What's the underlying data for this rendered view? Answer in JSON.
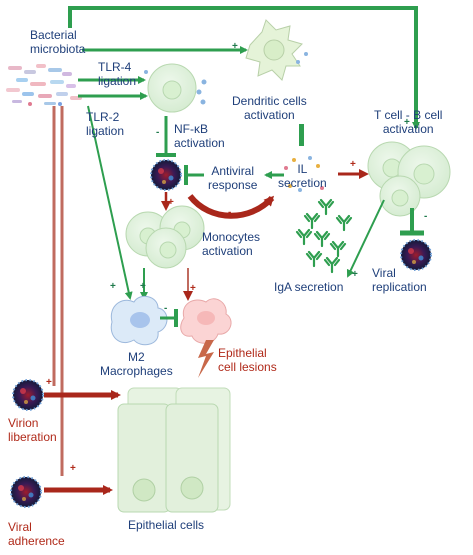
{
  "labels": {
    "bacterial_microbiota": [
      "Bacterial",
      "microbiota"
    ],
    "tlr4": [
      "TLR-4",
      "ligation"
    ],
    "tlr2": [
      "TLR-2",
      "ligation"
    ],
    "dendritic": [
      "Dendritic cells",
      "activation"
    ],
    "tcell": [
      "T cell - B cell",
      "activation"
    ],
    "nfkb": [
      "NF-κB",
      "activation"
    ],
    "antiviral": [
      "Antiviral",
      "response"
    ],
    "il": [
      "IL",
      "secretion"
    ],
    "monocytes": [
      "Monocytes",
      "activation"
    ],
    "iga": "IgA  secretion",
    "viral_replication": [
      "Viral",
      "replication"
    ],
    "m2": [
      "M2",
      "Macrophages"
    ],
    "lesions": [
      "Epithelial",
      "cell lesions"
    ],
    "virion": [
      "Virion",
      "liberation"
    ],
    "adherence": [
      "Viral",
      "adherence"
    ],
    "epithelial": "Epithelial cells"
  },
  "signs": {
    "plus": "+",
    "minus": "-"
  },
  "colors": {
    "green_arrow": "#2e9e4f",
    "red_arrow": "#a9271b",
    "cell_fill": "#e3f3df",
    "cell_stroke": "#b8d8b0",
    "blue_text": "#1f3f7a",
    "green_text": "#1f7a4c",
    "red_text": "#b02a1a"
  },
  "icons": [
    "bacteria-icon",
    "dendritic-cell-icon",
    "virus-icon",
    "antibody-icon",
    "macrophage-icon",
    "epithelial-cell-icon",
    "lightning-icon"
  ]
}
